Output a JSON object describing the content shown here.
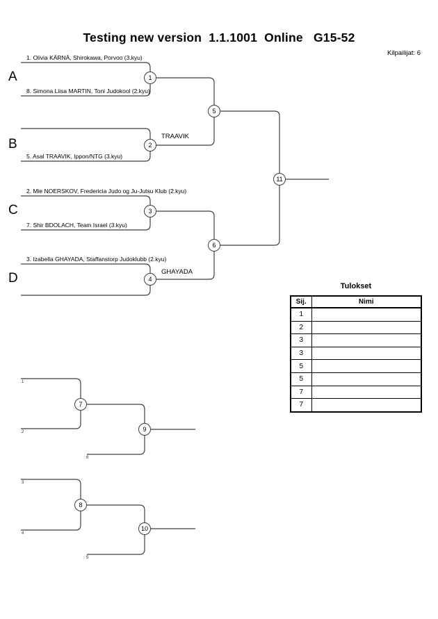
{
  "header": {
    "title": "Testing new version  1.1.1001  Online   G15-52",
    "competitors": "Kilpailijat: 6"
  },
  "bracket": {
    "letters": [
      "A",
      "B",
      "C",
      "D"
    ],
    "players": {
      "a1": "1. Olivia KÄRNÄ, Shirokawa, Porvoo (3.kyu)",
      "a2": "8. Simona Liisa MARTIN, Toni Judokool (2.kyu)",
      "b2": "5. Asal TRAAVIK, Ippon/NTG (3.kyu)",
      "c1": "2. Mie NOERSKOV, Fredericia Judo og Ju-Jutsu Klub (2.kyu)",
      "c2": "7. Shir BDOLACH, Team Israel (3.kyu)",
      "d1": "3. Izabella GHAYADA, Staffanstorp Judoklubb (2.kyu)"
    },
    "winners": {
      "match2": "TRAAVIK",
      "match4": "GHAYADA"
    },
    "matches": {
      "m1": "1",
      "m2": "2",
      "m3": "3",
      "m4": "4",
      "m5": "5",
      "m6": "6",
      "m11": "11"
    }
  },
  "repechage": {
    "matches": {
      "m7": "7",
      "m8": "8",
      "m9": "9",
      "m10": "10"
    },
    "seeds": {
      "s1": "1",
      "s2": "2",
      "s6": "6",
      "s3": "3",
      "s4": "4",
      "s5": "5"
    }
  },
  "results": {
    "title": "Tulokset",
    "columns": [
      "Sij.",
      "Nimi"
    ],
    "rows": [
      {
        "sij": "1",
        "nimi": ""
      },
      {
        "sij": "2",
        "nimi": ""
      },
      {
        "sij": "3",
        "nimi": ""
      },
      {
        "sij": "3",
        "nimi": ""
      },
      {
        "sij": "5",
        "nimi": ""
      },
      {
        "sij": "5",
        "nimi": ""
      },
      {
        "sij": "7",
        "nimi": ""
      },
      {
        "sij": "7",
        "nimi": ""
      }
    ]
  }
}
